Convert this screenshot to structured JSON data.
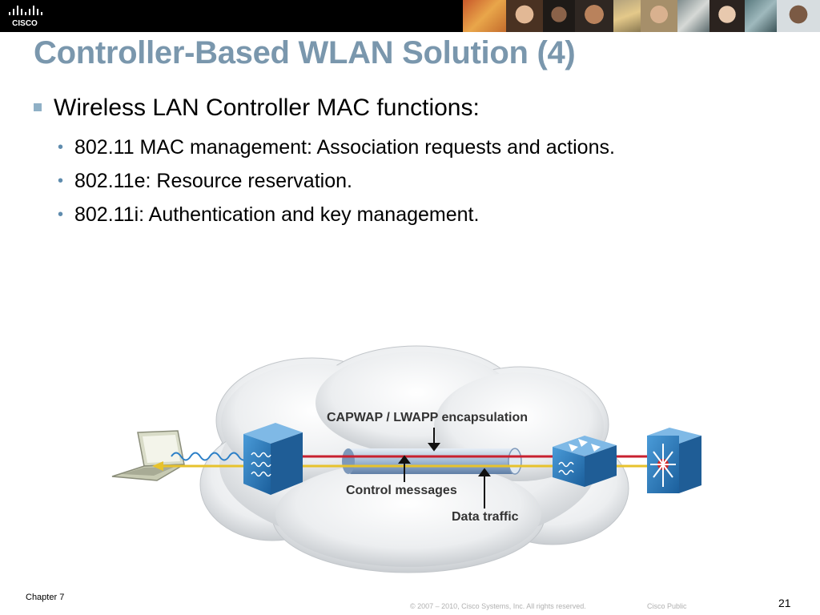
{
  "header": {
    "logo_text": "CISCO",
    "colors": {
      "banner": "#000000",
      "title": "#7a97ad"
    }
  },
  "title": "Controller-Based WLAN Solution (4)",
  "bullets": {
    "main": "Wireless LAN Controller MAC functions:",
    "sub": [
      "802.11 MAC management: Association requests and actions.",
      "802.11e: Resource reservation.",
      "802.11i: Authentication and key management."
    ]
  },
  "diagram": {
    "label_capwap": "CAPWAP / LWAPP encapsulation",
    "label_control": "Control messages",
    "label_data": "Data traffic",
    "icons": [
      "laptop-icon",
      "access-point-icon",
      "wlan-controller-icon",
      "layer3-switch-icon"
    ]
  },
  "footer": {
    "chapter": "Chapter 7",
    "copyright": "© 2007 – 2010, Cisco Systems, Inc. All rights reserved.",
    "classification": "Cisco Public",
    "page": "21"
  }
}
